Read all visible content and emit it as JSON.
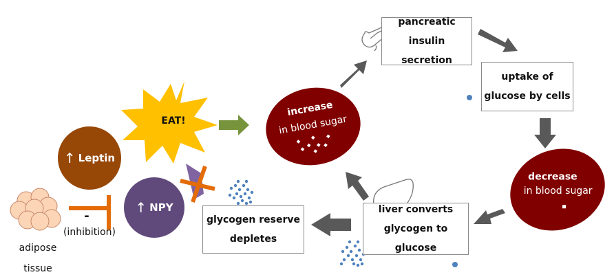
{
  "diagram": {
    "nodes": {
      "pancreas": {
        "line1": "pancreatic",
        "line2": "insulin secretion",
        "icon": "pancreas-icon"
      },
      "uptake": {
        "line1": "uptake of",
        "line2": "glucose by cells"
      },
      "increase": {
        "line1": "increase",
        "line2": "in blood sugar"
      },
      "decrease": {
        "line1": "decrease",
        "line2": "in blood sugar"
      },
      "liver": {
        "line1": "liver converts",
        "line2": "glycogen to glucose",
        "icon": "liver-icon"
      },
      "glycogen": {
        "line1": "glycogen reserve",
        "line2": "depletes"
      },
      "eat": {
        "label": "EAT!"
      },
      "leptin": {
        "arrow": "↑",
        "label": "Leptin"
      },
      "npy": {
        "arrow": "↑",
        "label": "NPY"
      },
      "adipose": {
        "line1": "adipose",
        "line2": "tissue"
      },
      "inhibition": {
        "sign": "-",
        "label": "(inhibition)"
      }
    },
    "colors": {
      "blood_sugar": "#800000",
      "leptin": "#974706",
      "npy": "#604a7b",
      "eat": "#ffc000",
      "eat_arrow": "#77933c",
      "inhibit": "#e36c09",
      "flow_arrow": "#595959",
      "glucose_dot": "#4f81bd",
      "adipose_cell": "#fbd5b5"
    }
  }
}
